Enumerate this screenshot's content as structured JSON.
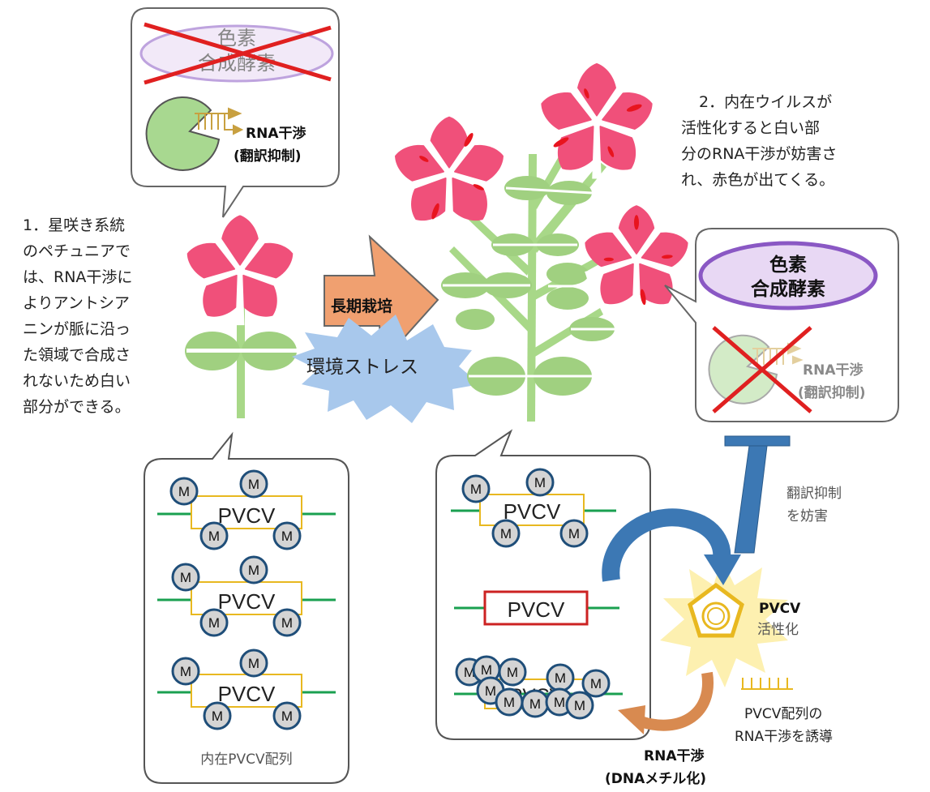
{
  "step1": {
    "lines": [
      "1．星咲き系統",
      "のペチュニアで",
      "は、RNA干渉に",
      "よりアントシア",
      "ニンが脈に沿っ",
      "た領域で合成さ",
      "れないため白い",
      "部分ができる。"
    ]
  },
  "step2": {
    "lines": [
      "2．内在ウイルスが",
      "活性化すると白い部",
      "分のRNA干渉が妨害さ",
      "れ、赤色が出てくる。"
    ]
  },
  "left_callout": {
    "enzyme_line1": "色素",
    "enzyme_line2": "合成酵素",
    "rnai_line1": "RNA干渉",
    "rnai_line2": "(翻訳抑制)"
  },
  "right_callout": {
    "enzyme_line1": "色素",
    "enzyme_line2": "合成酵素",
    "rnai_line1": "RNA干渉",
    "rnai_line2": "(翻訳抑制)"
  },
  "arrow_label": "長期栽培",
  "stress_label": "環境ストレス",
  "methyl_marker": "M",
  "pvcv_label": "PVCV",
  "left_dna_caption": "内在PVCV配列",
  "inhibit_label_line1": "翻訳抑制",
  "inhibit_label_line2": "を妨害",
  "activation_line1": "PVCV",
  "activation_line2": "活性化",
  "induce_line1": "PVCV配列の",
  "induce_line2": "RNA干渉を誘導",
  "dna_methyl_line1": "RNA干渉",
  "dna_methyl_line2": "(DNAメチル化)",
  "colors": {
    "petal": "#f0507a",
    "petal_red": "#e8141e",
    "leaf": "#a0d080",
    "stem": "#a8d888",
    "enzyme_fill": "#e8d8f4",
    "enzyme_stroke": "#8a58c4",
    "cross": "#e02020",
    "pac_green": "#a8d890",
    "arrow_orange": "#f0a070",
    "stress_blue": "#a8c8ec",
    "methyl_fill": "#d4d4d4",
    "methyl_stroke": "#1f4e79",
    "dna_green": "#1aa050",
    "dna_yellow": "#e8b820",
    "active_box": "#cc2222",
    "blue_arrow": "#3c78b4",
    "brown_arrow": "#d88a50",
    "glow": "#fdf0b0",
    "pentagon": "#e8b820"
  }
}
